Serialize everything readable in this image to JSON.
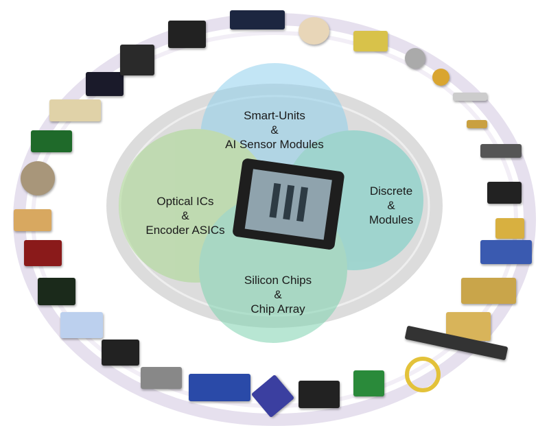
{
  "segments": {
    "top": {
      "line1": "Smart-Units",
      "line2": "&",
      "line3": "AI Sensor Modules",
      "color": "#8fd0ec"
    },
    "right": {
      "line1": "Discrete",
      "line2": "&",
      "line3": "Modules",
      "color": "#6fcfc4"
    },
    "left": {
      "line1": "Optical ICs",
      "line2": "&",
      "line3": "Encoder ASICs",
      "color": "#a9d98f"
    },
    "bottom": {
      "line1": "Silicon Chips",
      "line2": "&",
      "line3": "Chip Array",
      "color": "#7fd3b0"
    }
  }
}
